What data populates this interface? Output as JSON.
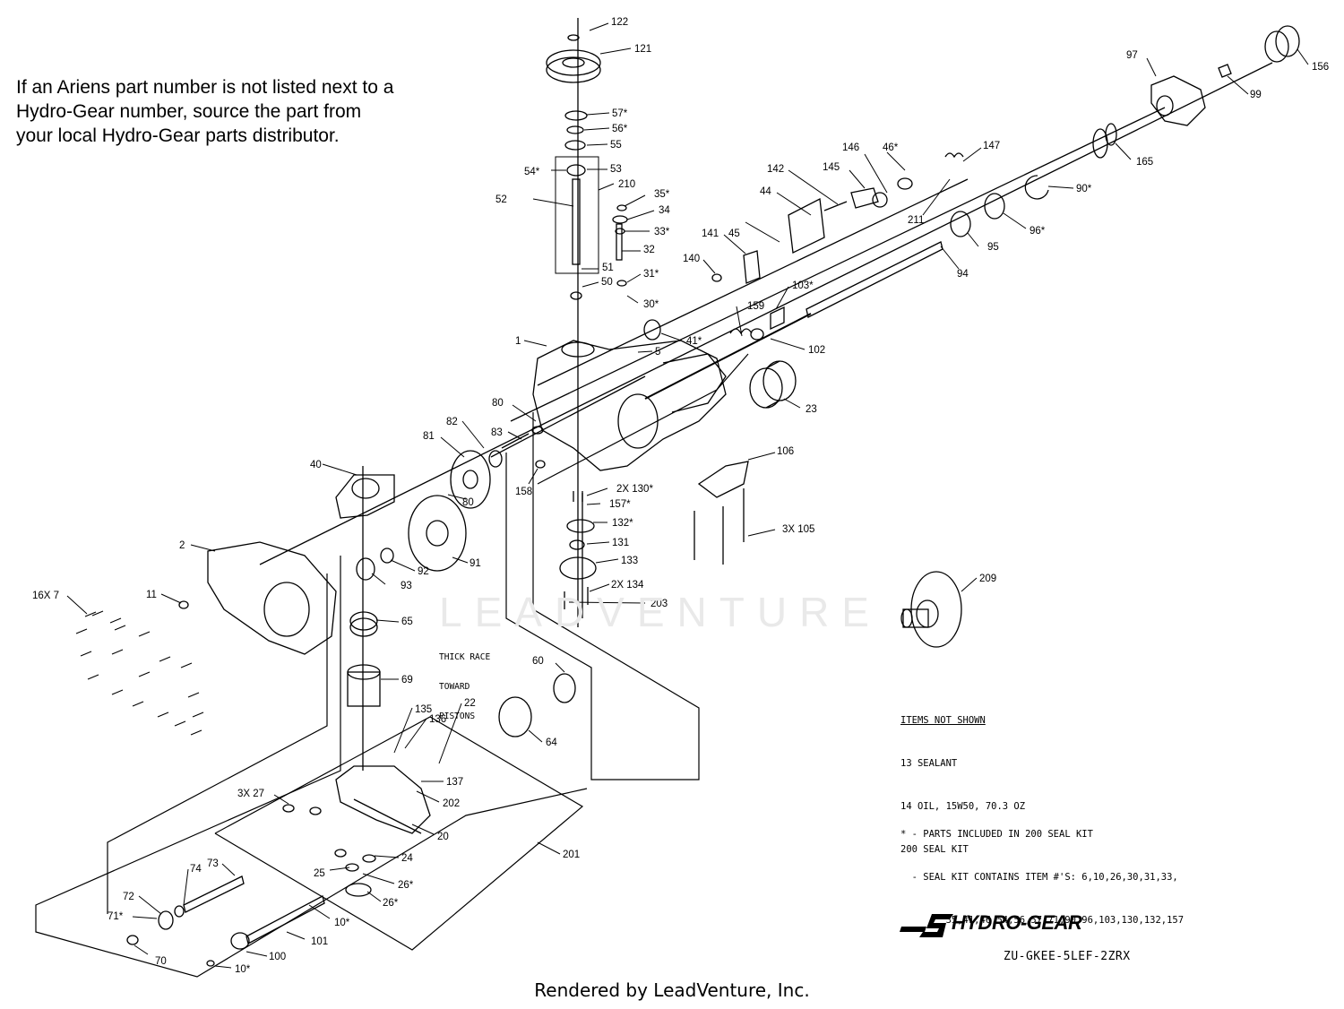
{
  "note_lines": [
    "If an Ariens part number is not listed next to a",
    "Hydro-Gear number, source the part from",
    "your local Hydro-Gear parts distributor."
  ],
  "items_not_shown": {
    "title": "ITEMS NOT SHOWN",
    "lines": [
      "13 SEALANT",
      "14 OIL, 15W50, 70.3 OZ",
      "200 SEAL KIT"
    ]
  },
  "seal_kit": {
    "lines": [
      "* - PARTS INCLUDED IN 200 SEAL KIT",
      "  - SEAL KIT CONTAINS ITEM #'S: 6,10,26,30,31,33,",
      "        35,41,46,54,56,57,71,90,96,103,130,132,157"
    ]
  },
  "thick_race_note": [
    "THICK RACE",
    "TOWARD",
    "PISTONS"
  ],
  "logo_text": "HYDRO-GEAR",
  "model_number": "ZU-GKEE-5LEF-2ZRX",
  "credit": "Rendered by LeadVenture, Inc.",
  "watermark": "LEADVENTURE",
  "callouts": [
    "122",
    "121",
    "57*",
    "56*",
    "55",
    "54*",
    "53",
    "210",
    "52",
    "35*",
    "34",
    "33*",
    "32",
    "51",
    "50",
    "31*",
    "30*",
    "1",
    "41*",
    "5",
    "80",
    "82",
    "83",
    "81",
    "40",
    "80",
    "2",
    "11",
    "16X 7",
    "92",
    "91",
    "93",
    "65",
    "69",
    "60",
    "64",
    "22",
    "135",
    "136",
    "137",
    "202",
    "3X 27",
    "20",
    "24",
    "25",
    "26*",
    "26*",
    "201",
    "73",
    "74",
    "72",
    "71*",
    "70",
    "10*",
    "101",
    "100",
    "10*",
    "2X 130*",
    "157*",
    "132*",
    "131",
    "133",
    "2X 134",
    "203",
    "158",
    "106",
    "3X 105",
    "209",
    "23",
    "102",
    "159",
    "103*",
    "94",
    "95",
    "96*",
    "90*",
    "165",
    "99",
    "97",
    "156",
    "147",
    "211",
    "146",
    "46*",
    "145",
    "142",
    "44",
    "45",
    "141",
    "140"
  ]
}
